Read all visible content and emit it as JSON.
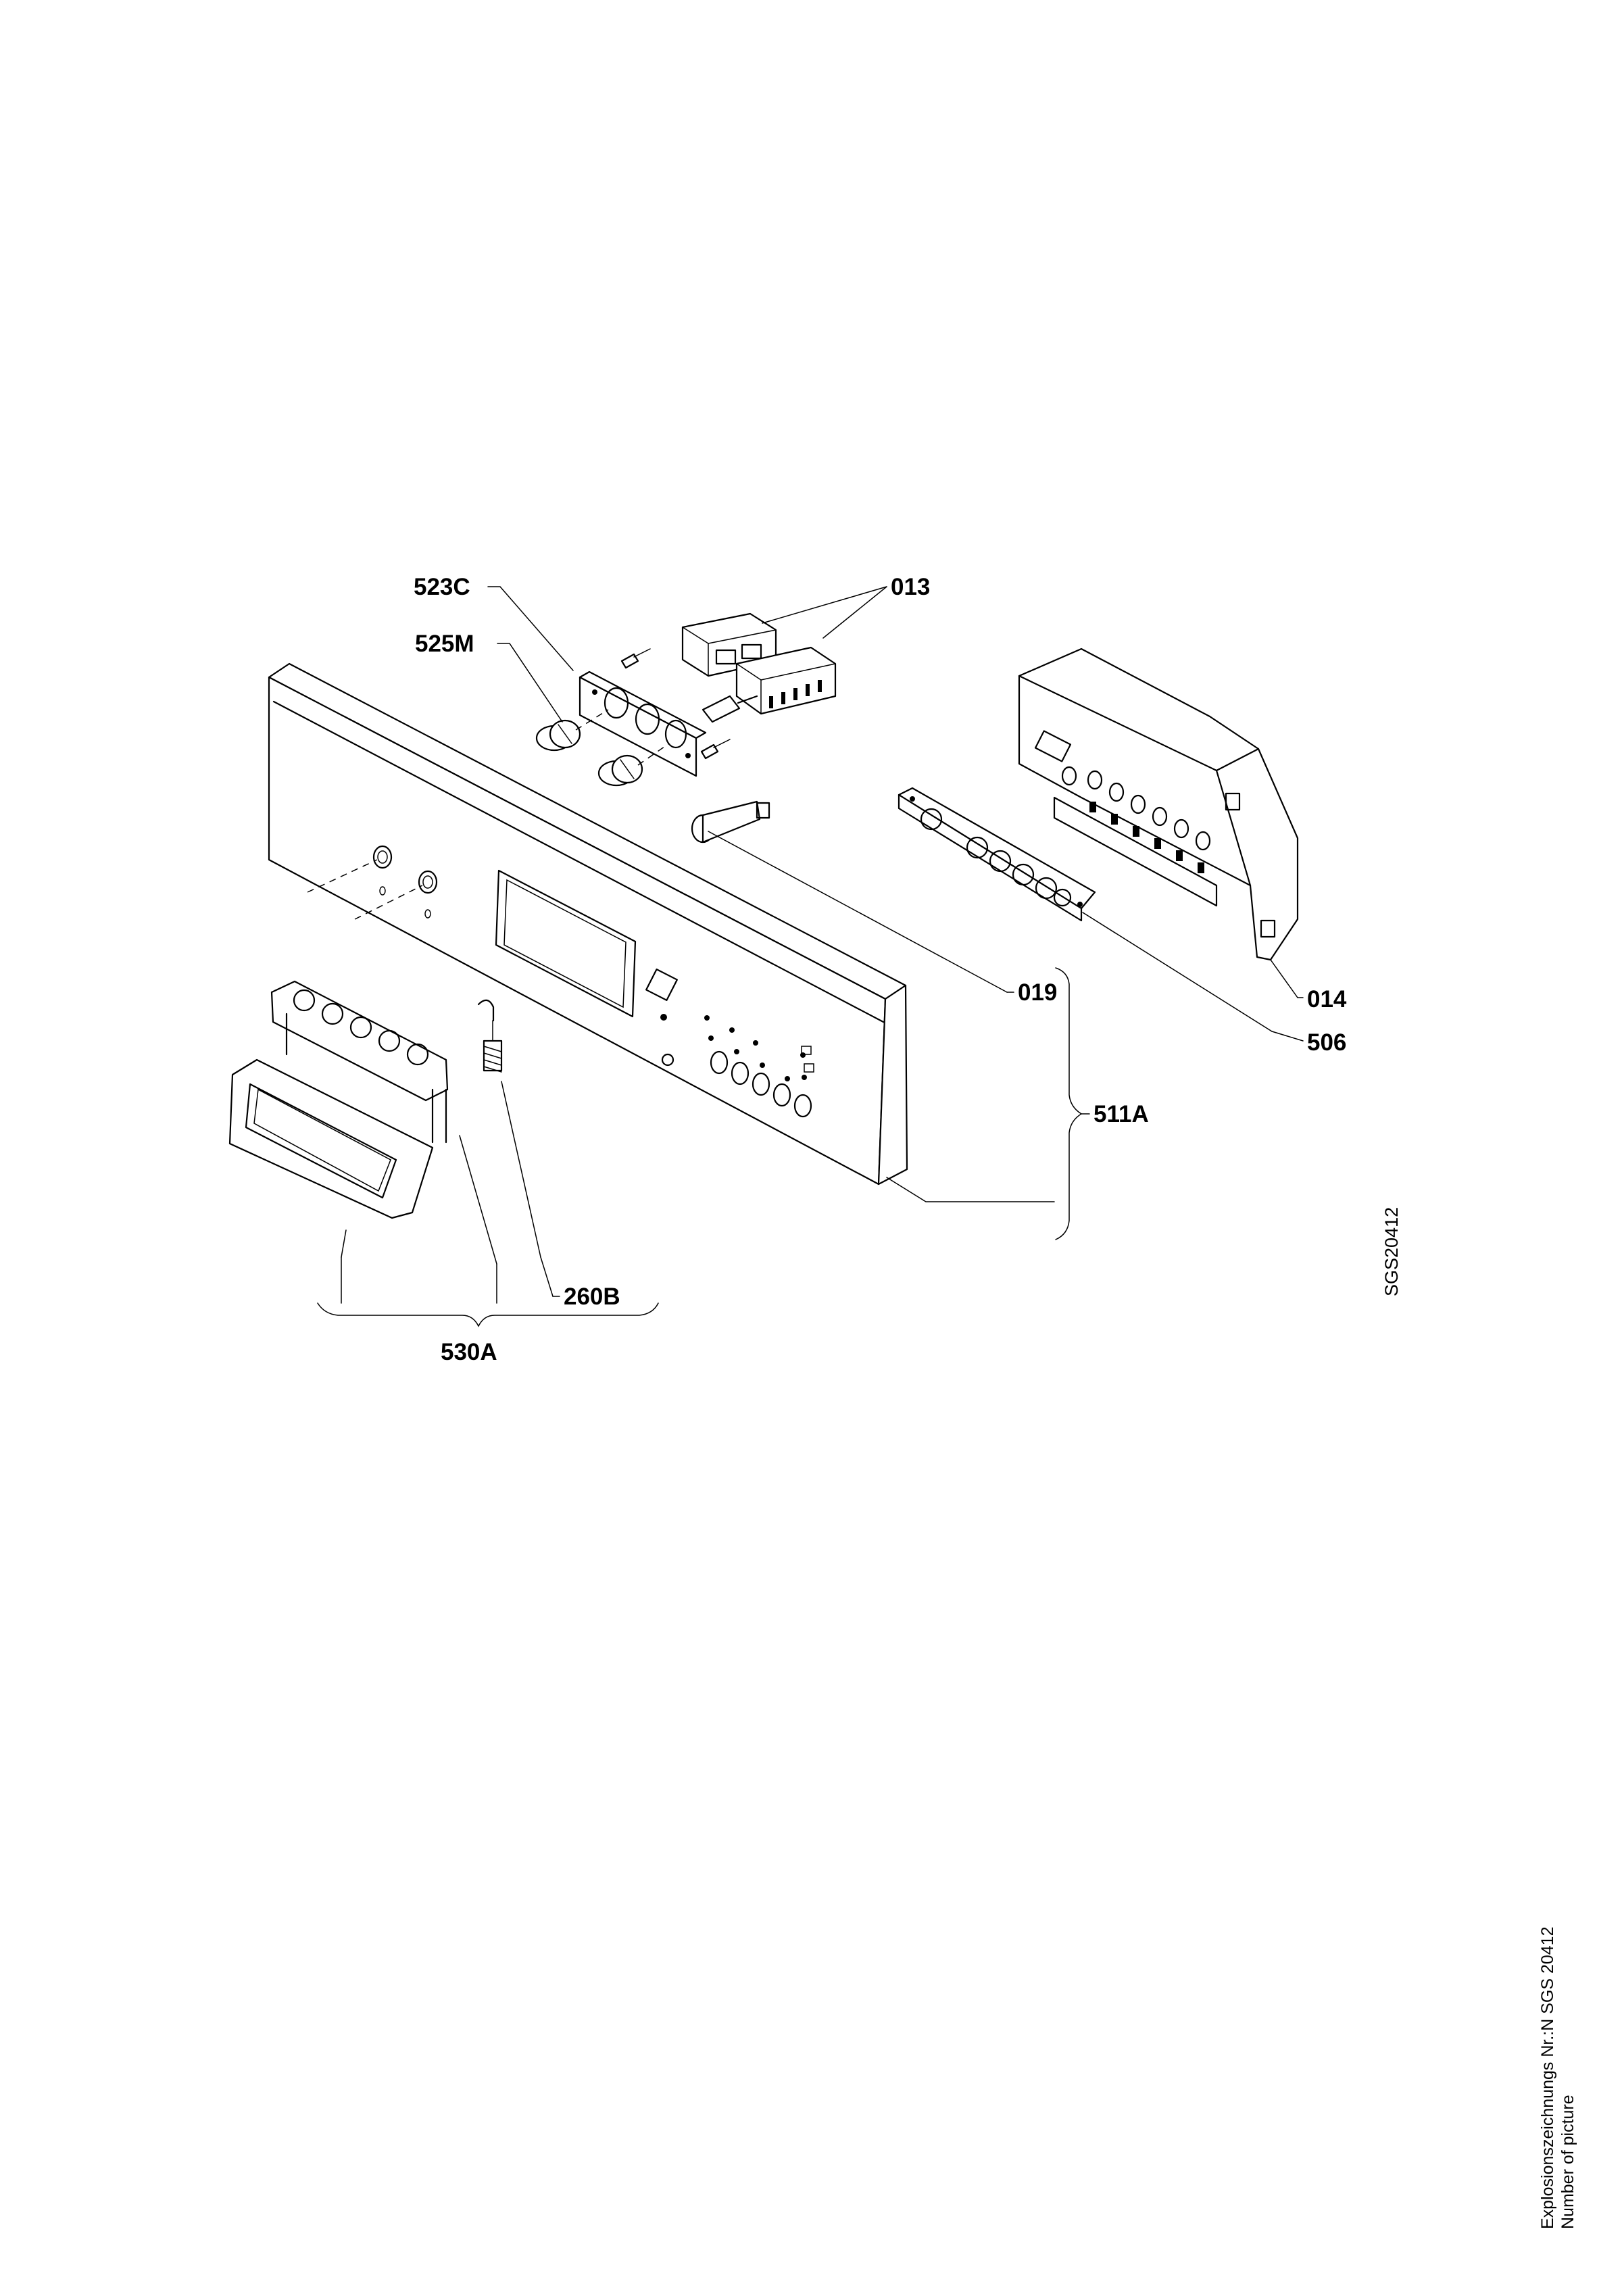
{
  "diagram": {
    "part_labels": {
      "p523C": "523C",
      "p525M": "525M",
      "p013": "013",
      "p019": "019",
      "p014": "014",
      "p506": "506",
      "p511A": "511A",
      "p260B": "260B",
      "p530A": "530A"
    },
    "drawing_code": "SGS20412"
  },
  "footer": {
    "line1": "Explosionszeichnungs Nr.:N SGS 20412",
    "line2": "Number of picture"
  }
}
